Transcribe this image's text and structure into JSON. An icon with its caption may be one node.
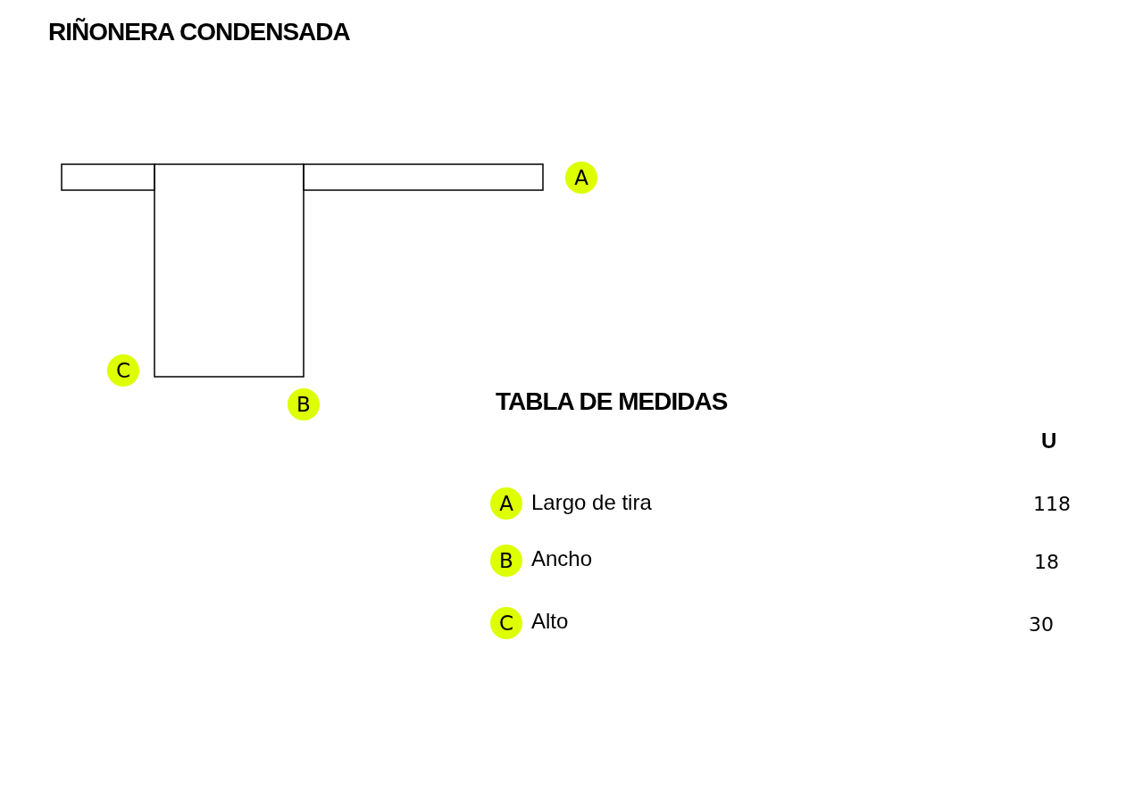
{
  "diagram": {
    "title": "RIÑONERA CONDENSADA",
    "labels": [
      "A",
      "C",
      "B",
      "TABLA DE MEDIDAS",
      "U",
      "A",
      "Largo de tira",
      "118",
      "B",
      "Ancho",
      "18",
      "C",
      "Alto",
      "30"
    ]
  }
}
